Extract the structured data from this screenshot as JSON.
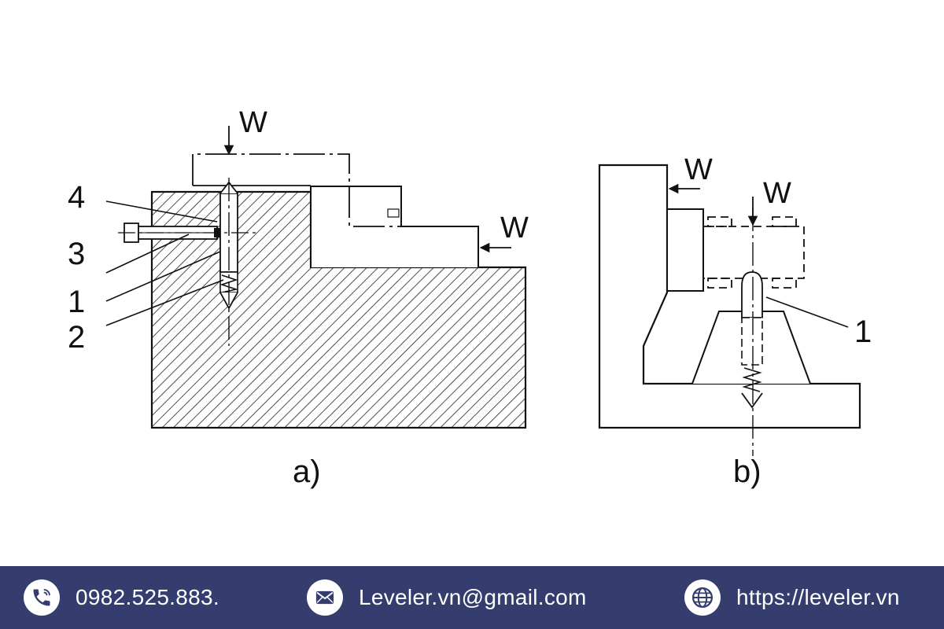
{
  "diagram": {
    "fig_a": {
      "caption": "a)",
      "force_top": "W",
      "force_right": "W",
      "callouts": [
        "4",
        "3",
        "1",
        "2"
      ]
    },
    "fig_b": {
      "caption": "b)",
      "force_left": "W",
      "force_top": "W",
      "callout": "1"
    }
  },
  "footer": {
    "phone": {
      "icon": "phone-icon",
      "text": "0982.525.883."
    },
    "email": {
      "icon": "mail-icon",
      "text": "Leveler.vn@gmail.com"
    },
    "website": {
      "icon": "globe-icon",
      "text": "https://leveler.vn"
    },
    "background": "#353c6e"
  }
}
